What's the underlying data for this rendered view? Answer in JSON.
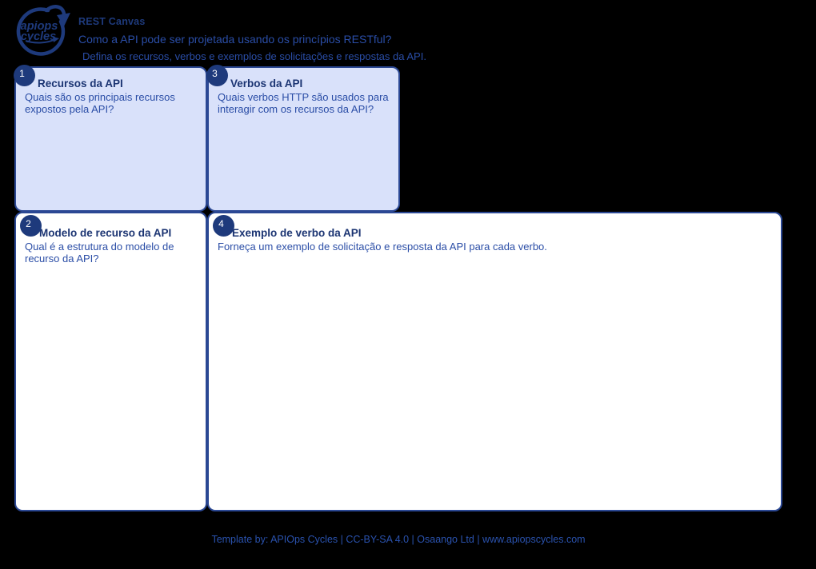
{
  "app": {
    "name": "REST Canvas"
  },
  "colors": {
    "background": "#000000",
    "navy": "#1e3a7c",
    "text_blue": "#2a4da6",
    "panel_border": "#2b4894",
    "panel_light_fill": "#d9e1fa",
    "panel_white_fill": "#ffffff",
    "badge_fill": "#1e3a7c",
    "badge_text": "#ffffff",
    "footer_text": "#2a52ae"
  },
  "logo": {
    "line1": "apiops",
    "line2": "cycles"
  },
  "header": {
    "title": "REST Canvas",
    "question": "Como a API pode ser projetada usando os princípios RESTful?",
    "instruction": "Defina os recursos, verbos e exemplos de solicitações e respostas da API."
  },
  "panels": [
    {
      "number": "1",
      "title": "Recursos da API",
      "description": "Quais são os principais recursos expostos pela API?",
      "variant": "light"
    },
    {
      "number": "2",
      "title": "Modelo de recurso da API",
      "description": "Qual é a estrutura do modelo de recurso da API?",
      "variant": "white"
    },
    {
      "number": "3",
      "title": "Verbos da API",
      "description": "Quais verbos HTTP são usados para interagir com os recursos da API?",
      "variant": "light"
    },
    {
      "number": "4",
      "title": "Exemplo de verbo da API",
      "description": "Forneça um exemplo de solicitação e resposta da API para cada verbo.",
      "variant": "white"
    }
  ],
  "footer": {
    "credit": "Template by: APIOps Cycles | CC-BY-SA 4.0 | Osaango Ltd | www.apiopscycles.com"
  }
}
